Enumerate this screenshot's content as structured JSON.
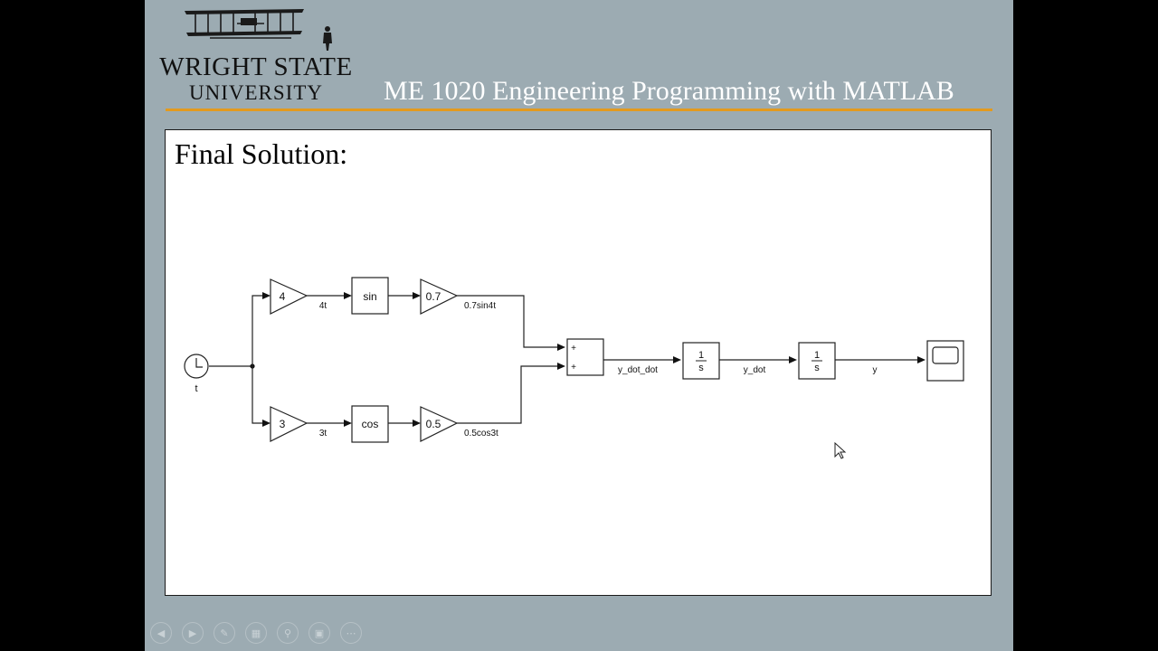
{
  "header": {
    "logo_line1": "WRIGHT STATE",
    "logo_line2": "UNIVERSITY",
    "course_title": "ME 1020 Engineering Programming with MATLAB"
  },
  "slide": {
    "title": "Final Solution:"
  },
  "diagram": {
    "clock_label": "t",
    "gain_top": "4",
    "signal_4t": "4t",
    "func_top": "sin",
    "gain_top2": "0.7",
    "signal_top_out": "0.7sin4t",
    "gain_bottom": "3",
    "signal_3t": "3t",
    "func_bottom": "cos",
    "gain_bottom2": "0.5",
    "signal_bottom_out": "0.5cos3t",
    "sum_sign1": "+",
    "sum_sign2": "+",
    "signal_sum_out": "y_dot_dot",
    "int1_num": "1",
    "int1_den": "s",
    "signal_int1_out": "y_dot",
    "int2_num": "1",
    "int2_den": "s",
    "signal_int2_out": "y"
  },
  "nav_icons": [
    "previous-icon",
    "next-icon",
    "pen-icon",
    "slides-icon",
    "zoom-icon",
    "subtitles-icon",
    "more-icon"
  ]
}
